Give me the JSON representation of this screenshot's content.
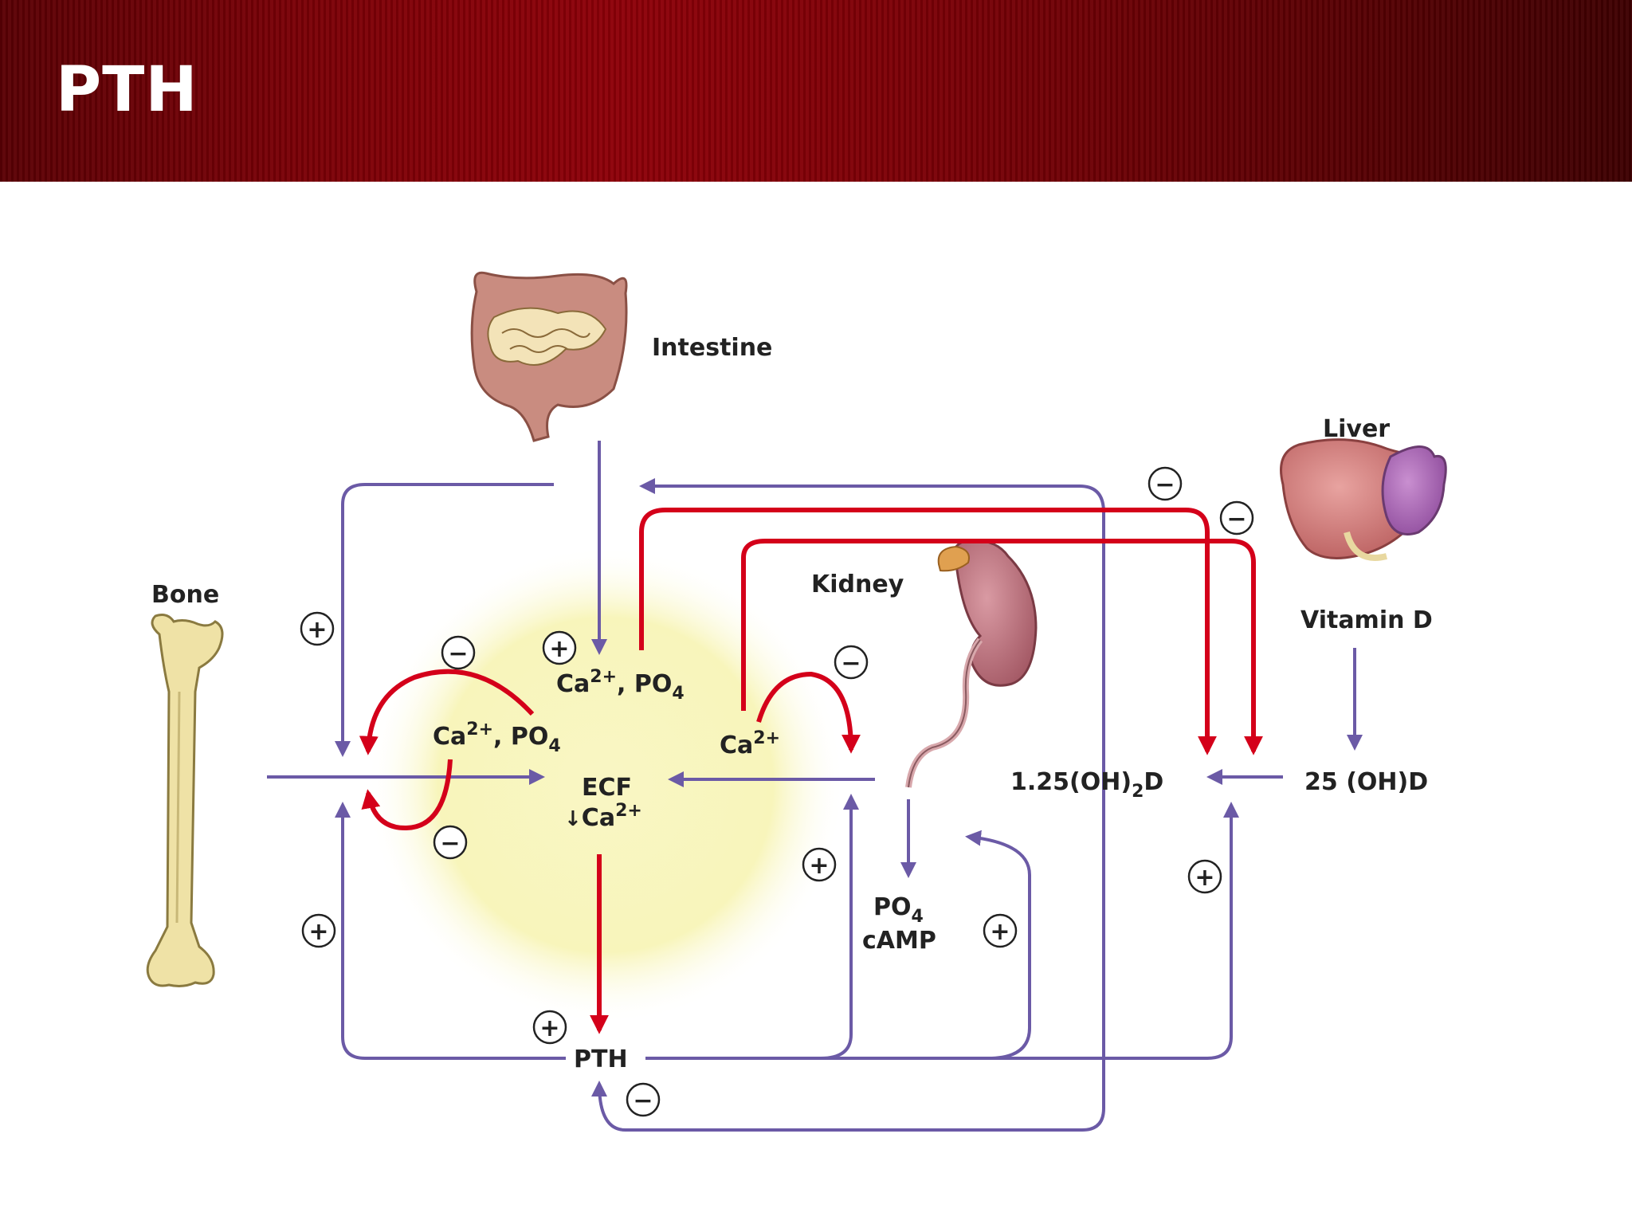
{
  "slide": {
    "title": "PTH"
  },
  "organs": {
    "intestine": "Intestine",
    "liver": "Liver",
    "bone": "Bone",
    "kidney": "Kidney"
  },
  "nodes": {
    "vitamin_d": "Vitamin D",
    "hydroxy_d_25": "25 (OH)D",
    "dihydroxy_d": "1.25(OH)",
    "dihydroxy_d_sub": "2",
    "dihydroxy_d_end": "D",
    "ca_po4_top": "Ca",
    "ca_po4_top_sup": "2+",
    "ca_po4_top_end": ", PO",
    "ca_po4_top_sub": "4",
    "ca_po4_bone": "Ca",
    "ca_po4_bone_sup": "2+",
    "ca_po4_bone_end": ", PO",
    "ca_po4_bone_sub": "4",
    "ca_kidney": "Ca",
    "ca_kidney_sup": "2+",
    "ecf": "ECF",
    "ecf_ca_arrow": "↓",
    "ecf_ca": "Ca",
    "ecf_ca_sup": "2+",
    "po4": "PO",
    "po4_sub": "4",
    "camp": "cAMP",
    "pth": "PTH"
  },
  "signs": {
    "plus": "+",
    "minus": "−"
  },
  "colors": {
    "header": "#8e0008",
    "stimulation_arrow": "#6b5aa6",
    "inhibition_arrow": "#d4001a",
    "ecf_glow": "#f7f4b0"
  },
  "icons": [
    "intestine-illustration",
    "liver-illustration",
    "bone-illustration",
    "kidney-illustration"
  ]
}
